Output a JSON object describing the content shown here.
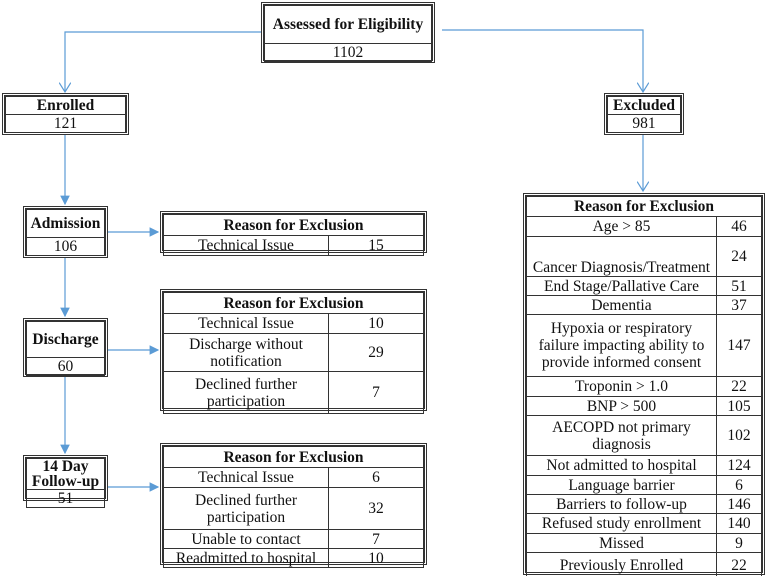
{
  "colors": {
    "connector": "#5b9bd5",
    "border": "#333333"
  },
  "assessed": {
    "title": "Assessed for Eligibility",
    "count": "1102"
  },
  "enrolled": {
    "title": "Enrolled",
    "count": "121"
  },
  "excluded": {
    "title": "Excluded",
    "count": "981",
    "reason_header": "Reason for Exclusion",
    "reasons": [
      {
        "label": "Age > 85",
        "count": "46"
      },
      {
        "label": "Cancer Diagnosis/Treatment",
        "count": "24"
      },
      {
        "label": "End Stage/Pallative Care",
        "count": "51"
      },
      {
        "label": "Dementia",
        "count": "37"
      },
      {
        "label": "Hypoxia or respiratory failure impacting ability to provide informed consent",
        "count": "147"
      },
      {
        "label": "Troponin > 1.0",
        "count": "22"
      },
      {
        "label": "BNP > 500",
        "count": "105"
      },
      {
        "label": "AECOPD not primary diagnosis",
        "count": "102"
      },
      {
        "label": "Not admitted to hospital",
        "count": "124"
      },
      {
        "label": "Language barrier",
        "count": "6"
      },
      {
        "label": "Barriers to follow-up",
        "count": "146"
      },
      {
        "label": "Refused study enrollment",
        "count": "140"
      },
      {
        "label": "Missed",
        "count": "9"
      },
      {
        "label": "Previously Enrolled",
        "count": "22"
      }
    ]
  },
  "admission": {
    "title": "Admission",
    "count": "106",
    "reason_header": "Reason for Exclusion",
    "reasons": [
      {
        "label": "Technical Issue",
        "count": "15"
      }
    ]
  },
  "discharge": {
    "title": "Discharge",
    "count": "60",
    "reason_header": "Reason for Exclusion",
    "reasons": [
      {
        "label": "Technical Issue",
        "count": "10"
      },
      {
        "label": "Discharge without notification",
        "count": "29"
      },
      {
        "label": "Declined further participation",
        "count": "7"
      }
    ]
  },
  "followup": {
    "title": "14 Day Follow-up",
    "count": "51",
    "reason_header": "Reason for Exclusion",
    "reasons": [
      {
        "label": "Technical Issue",
        "count": "6"
      },
      {
        "label": "Declined further participation",
        "count": "32"
      },
      {
        "label": "Unable to contact",
        "count": "7"
      },
      {
        "label": "Readmitted to hospital",
        "count": "10"
      }
    ]
  }
}
